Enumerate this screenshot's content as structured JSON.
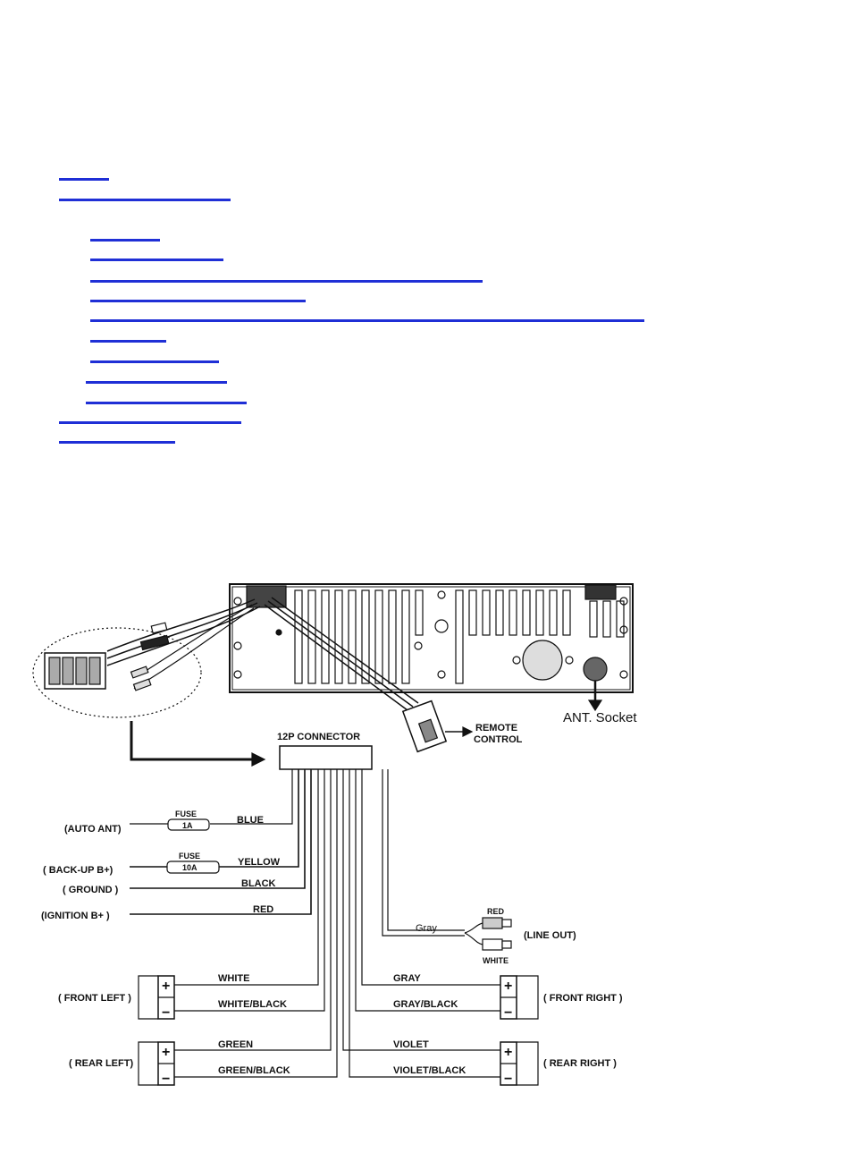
{
  "toc_links": [
    {
      "name": "toc-link-1"
    },
    {
      "name": "toc-link-2"
    },
    {
      "name": "toc-link-3"
    },
    {
      "name": "toc-link-4"
    },
    {
      "name": "toc-link-5"
    },
    {
      "name": "toc-link-6"
    },
    {
      "name": "toc-link-7"
    },
    {
      "name": "toc-link-8"
    },
    {
      "name": "toc-link-9"
    },
    {
      "name": "toc-link-10"
    },
    {
      "name": "toc-link-11"
    },
    {
      "name": "toc-link-12"
    },
    {
      "name": "toc-link-13"
    }
  ],
  "colors": {
    "link": "#1f2fd6",
    "line": "#111111"
  },
  "diagram": {
    "ant_socket": "ANT. Socket",
    "remote_line1": "REMOTE",
    "remote_line2": "CONTROL",
    "connector": "12P CONNECTOR",
    "auto_ant": "(AUTO ANT)",
    "fuse_word": "FUSE",
    "fuse1": "1A",
    "fuse2": "10A",
    "blue": "BLUE",
    "backup": "( BACK-UP B+)",
    "yellow": "YELLOW",
    "ground": "( GROUND )",
    "black": "BLACK",
    "ignition": "(IGNITION B+ )",
    "red": "RED",
    "gray_lower": "Gray",
    "red_plug": "RED",
    "white_plug": "WHITE",
    "line_out": "(LINE OUT)",
    "front_left": "( FRONT LEFT )",
    "white": "WHITE",
    "white_black": "WHITE/BLACK",
    "gray": "GRAY",
    "gray_black": "GRAY/BLACK",
    "front_right": "( FRONT RIGHT )",
    "rear_left": "( REAR LEFT)",
    "green": "GREEN",
    "green_black": "GREEN/BLACK",
    "violet": "VIOLET",
    "violet_black": "VIOLET/BLACK",
    "rear_right": "( REAR RIGHT )",
    "plus": "+",
    "minus": "−"
  }
}
